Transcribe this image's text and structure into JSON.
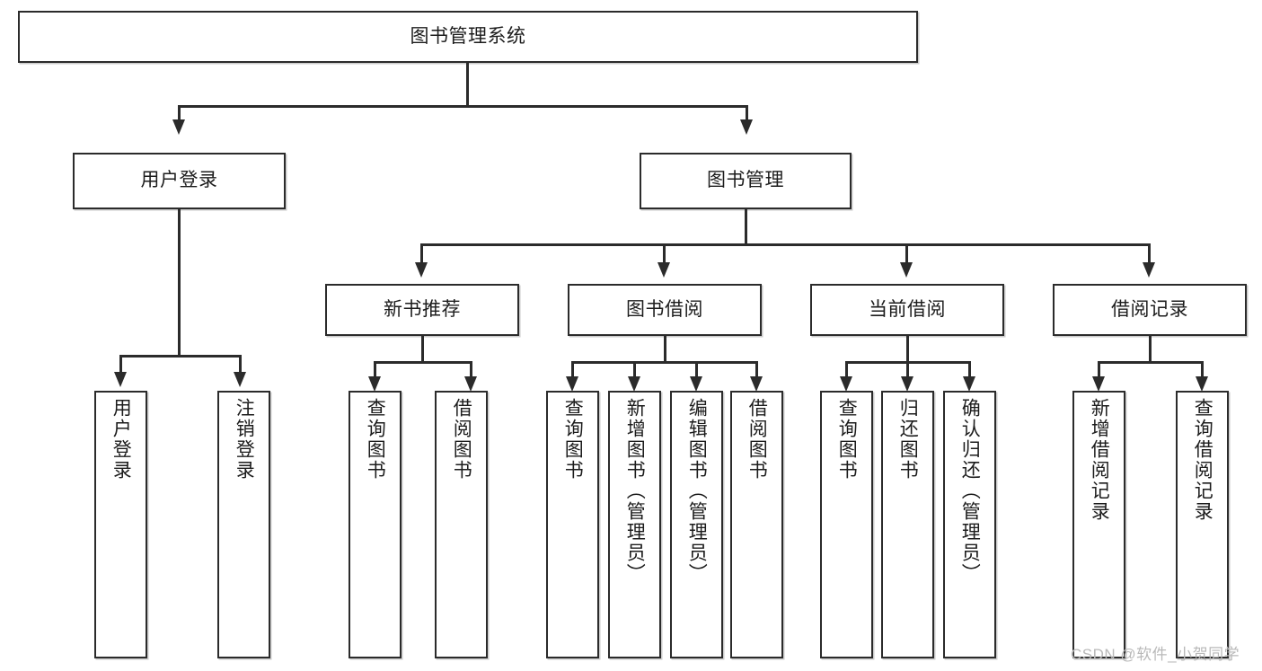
{
  "diagram": {
    "title": "图书管理系统",
    "type": "tree",
    "watermark": "CSDN @软件_小贺同学",
    "colors": {
      "stroke": "#2b2b2b",
      "fill": "#ffffff",
      "text": "#1c1c1c",
      "watermark": "#b9b9b9"
    },
    "levels": {
      "root": {
        "label": "图书管理系统"
      },
      "level2": [
        {
          "label": "用户登录"
        },
        {
          "label": "图书管理"
        }
      ],
      "level3": [
        {
          "label": "新书推荐"
        },
        {
          "label": "图书借阅"
        },
        {
          "label": "当前借阅"
        },
        {
          "label": "借阅记录"
        }
      ],
      "leaves": {
        "user_login": [
          {
            "label": "用户登录"
          },
          {
            "label": "注销登录"
          }
        ],
        "new_book": [
          {
            "label": "查询图书"
          },
          {
            "label": "借阅图书"
          }
        ],
        "book_borrow": [
          {
            "label": "查询图书"
          },
          {
            "label": "新增图书（管理员）"
          },
          {
            "label": "编辑图书（管理员）"
          },
          {
            "label": "借阅图书"
          }
        ],
        "current_borrow": [
          {
            "label": "查询图书"
          },
          {
            "label": "归还图书"
          },
          {
            "label": "确认归还（管理员）"
          }
        ],
        "borrow_record": [
          {
            "label": "新增借阅记录"
          },
          {
            "label": "查询借阅记录"
          }
        ]
      }
    }
  }
}
